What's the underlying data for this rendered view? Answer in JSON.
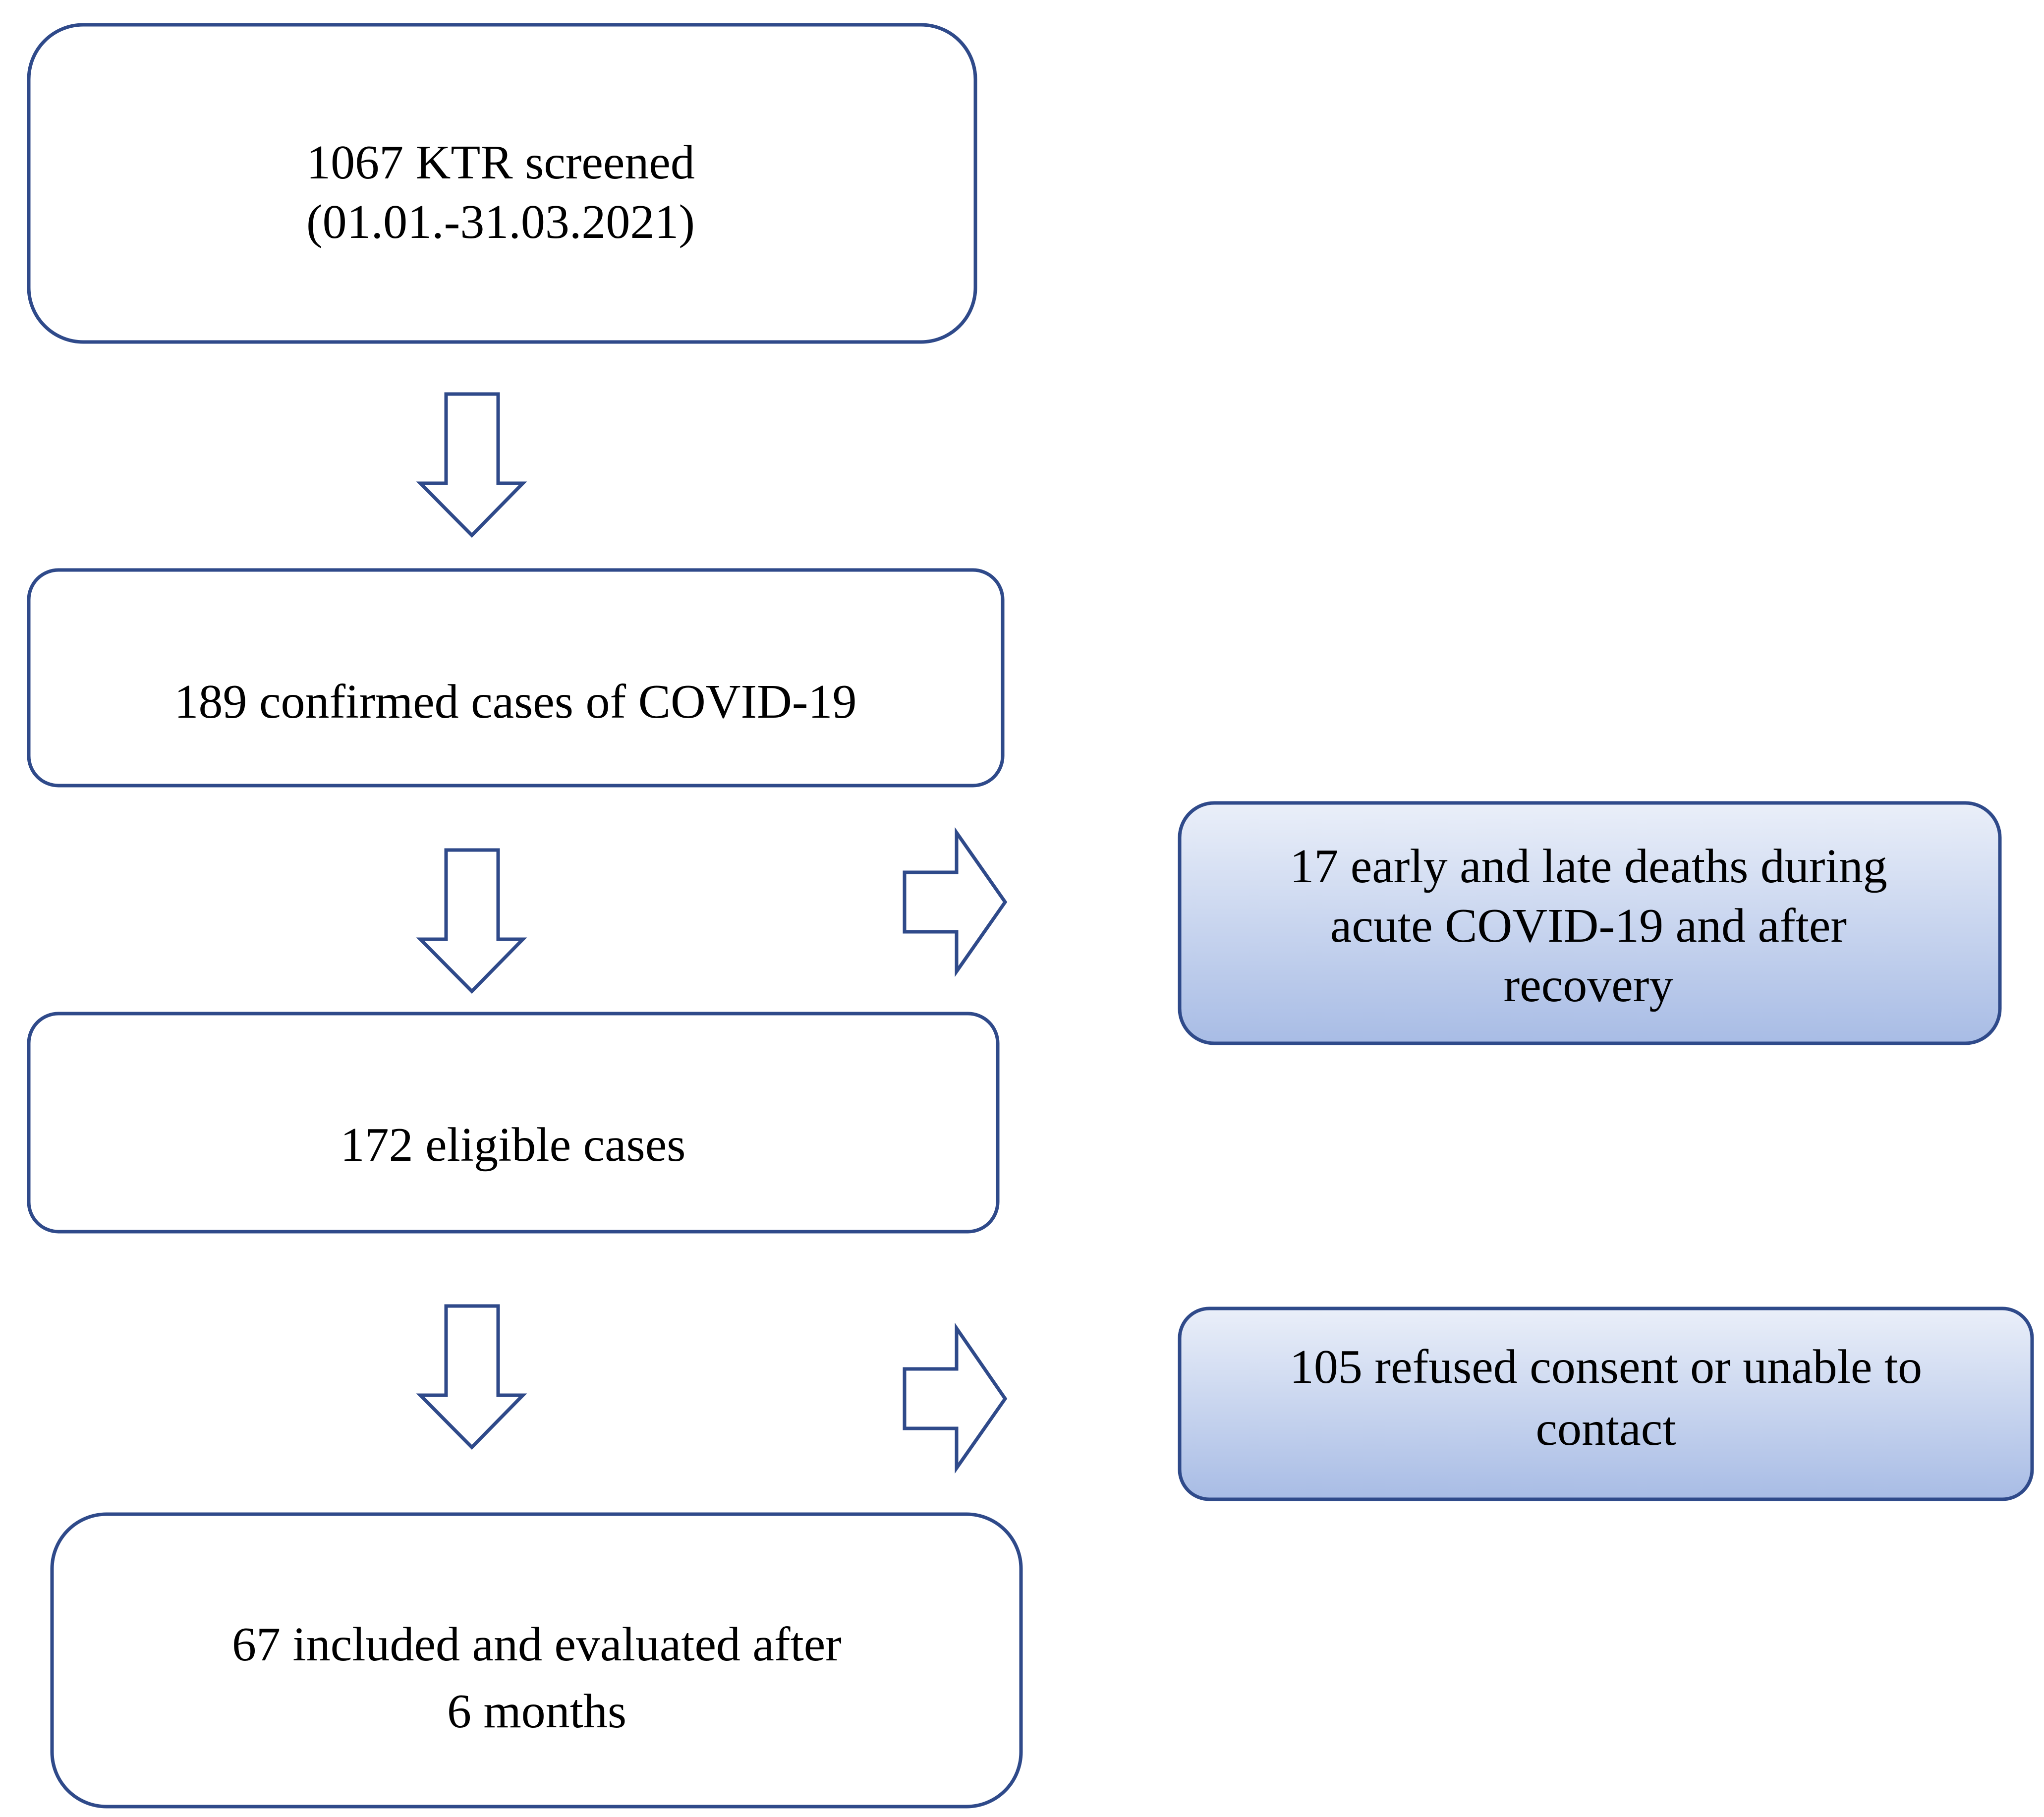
{
  "flowchart": {
    "screened": {
      "line1": "1067 KTR screened",
      "line2": "(01.01.-31.03.2021)"
    },
    "confirmed": {
      "line1": "189 confirmed cases of COVID-19"
    },
    "eligible": {
      "line1": "172 eligible cases"
    },
    "included": {
      "line1": "67 included and evaluated after",
      "line2": "6 months"
    },
    "deaths": {
      "line1": "17 early and late deaths  during",
      "line2": "acute COVID-19 and after",
      "line3": "recovery"
    },
    "refused": {
      "line1": "105 refused consent or unable to",
      "line2": "contact"
    }
  },
  "colors": {
    "border": "#2f4a8a",
    "side_box_gradient_top": "#e9eef8",
    "side_box_gradient_bottom": "#a9bde6",
    "text": "#000000"
  }
}
